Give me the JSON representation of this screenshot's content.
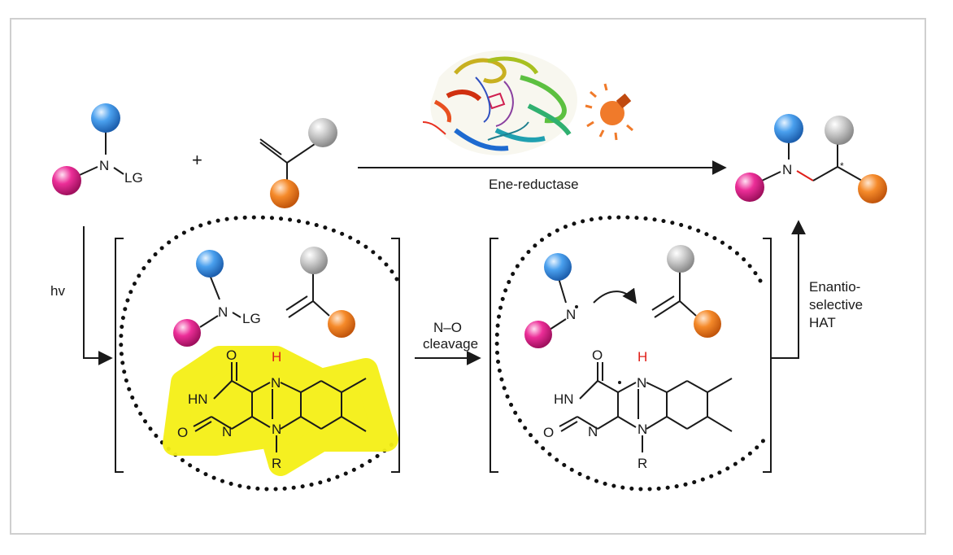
{
  "labels": {
    "plus": "+",
    "leaving_group": "LG",
    "nitrogen": "N",
    "ene_reductase": "Ene-reductase",
    "hv": "hv",
    "no_cleavage_line1": "N–O",
    "no_cleavage_line2": "cleavage",
    "hat_line1": "Enantio-",
    "hat_line2": "selective",
    "hat_line3": "HAT",
    "stereo_mark": "*"
  },
  "flavin": {
    "O_top": "O",
    "O_left": "O",
    "HN": "HN",
    "N_top": "N",
    "H": "H",
    "N_mid": "N",
    "N_bot": "N",
    "R": "R"
  },
  "colors": {
    "blue_sphere": "#3a8fe0",
    "magenta_sphere": "#e0208f",
    "gray_sphere": "#b8b8b8",
    "orange_sphere": "#f07a1e",
    "flavin_highlight": "#f5f016",
    "hydrogen_red": "#e0201a",
    "new_bond_red": "#e0201a",
    "lightbulb": "#f07a2a"
  },
  "icons": [
    "protein-structure-icon",
    "lightbulb-icon"
  ]
}
